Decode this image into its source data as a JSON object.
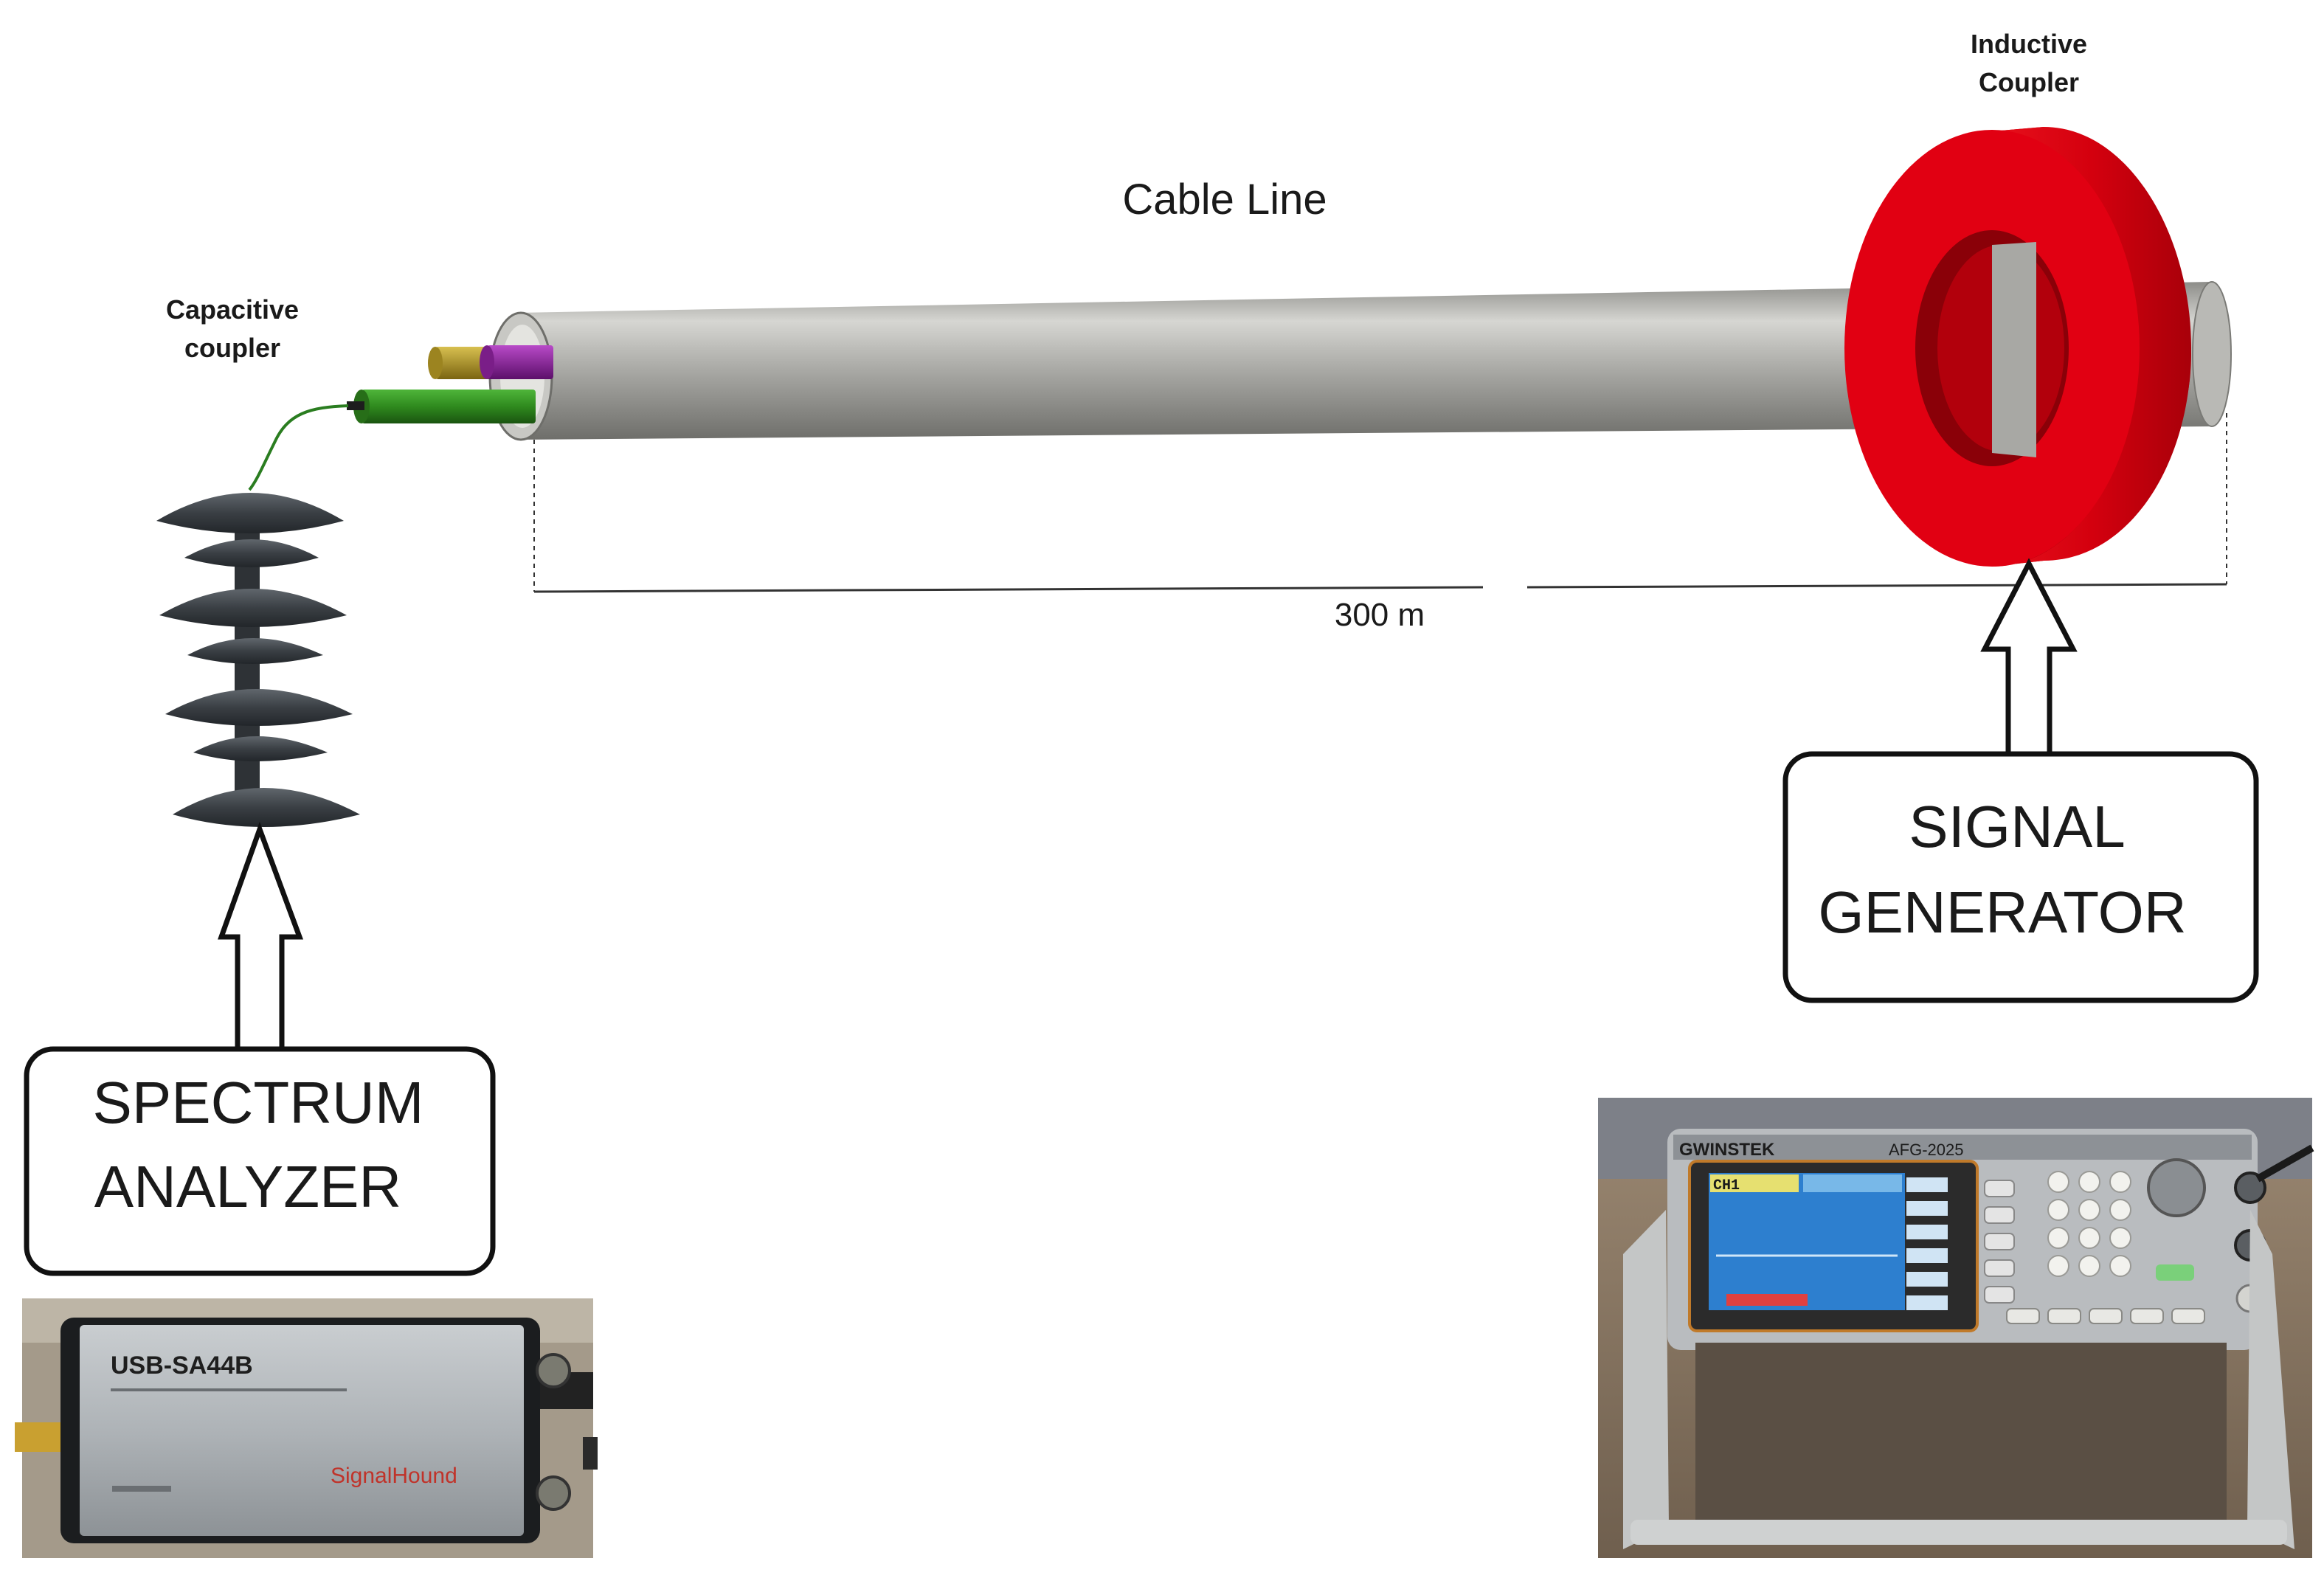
{
  "labels": {
    "inductive_coupler": [
      "Inductive",
      "Coupler"
    ],
    "cable_line": "Cable Line",
    "capacitive_coupler": [
      "Capacitive",
      "coupler"
    ],
    "length": "300 m"
  },
  "boxes": {
    "signal_generator": [
      "SIGNAL",
      "GENERATOR"
    ],
    "spectrum_analyzer": [
      "SPECTRUM",
      "ANALYZER"
    ]
  },
  "photos": {
    "analyzer_model": "USB-SA44B",
    "analyzer_brand": "SignalHound",
    "generator_brand": "GWINSTEK",
    "generator_model": "AFG-2025",
    "generator_screen_header": "CH1"
  },
  "colors": {
    "coupler_red": "#d90010",
    "cable_grey": "#a9a9a5",
    "insulator_dark": "#3a3f44",
    "conductor_green": "#2f8a1e",
    "conductor_purple": "#8a1a9a",
    "conductor_gold": "#b79a1f"
  },
  "icons": [
    "arrow-up-icon"
  ]
}
